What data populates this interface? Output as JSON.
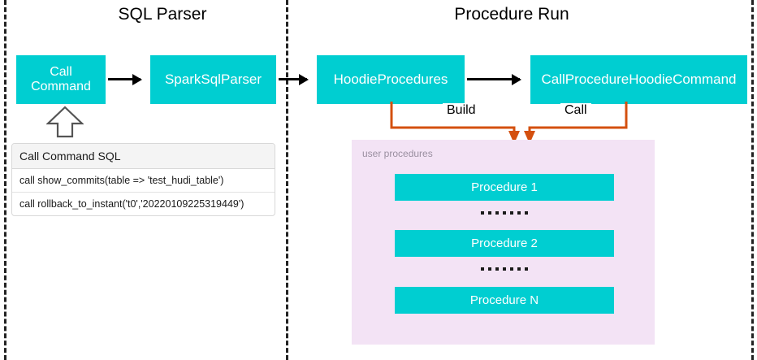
{
  "sections": {
    "left": {
      "title": "SQL Parser"
    },
    "right": {
      "title": "Procedure Run"
    }
  },
  "nodes": {
    "call_command": "Call Command",
    "spark_sql_parser": "SparkSqlParser",
    "hoodie_procedures": "HoodieProcedures",
    "call_procedure_hoodie_command": "CallProcedureHoodieCommand"
  },
  "edges": {
    "build_label": "Build",
    "call_label": "Call"
  },
  "sql_table": {
    "header": "Call Command SQL",
    "rows": [
      "call show_commits(table => 'test_hudi_table')",
      "call rollback_to_instant('t0','20220109225319449')"
    ]
  },
  "user_procedures": {
    "caption": "user procedures",
    "items": [
      "Procedure 1",
      "Procedure 2",
      "Procedure N"
    ]
  },
  "colors": {
    "node_fill": "#00CED1",
    "node_text": "#FFFFFF",
    "panel_fill": "#F3E3F5",
    "connector_orange": "#D4500F",
    "arrow_black": "#000000",
    "divider_dash": "#222222",
    "caption_gray": "#9A8FA0",
    "background": "#FFFFFF"
  }
}
